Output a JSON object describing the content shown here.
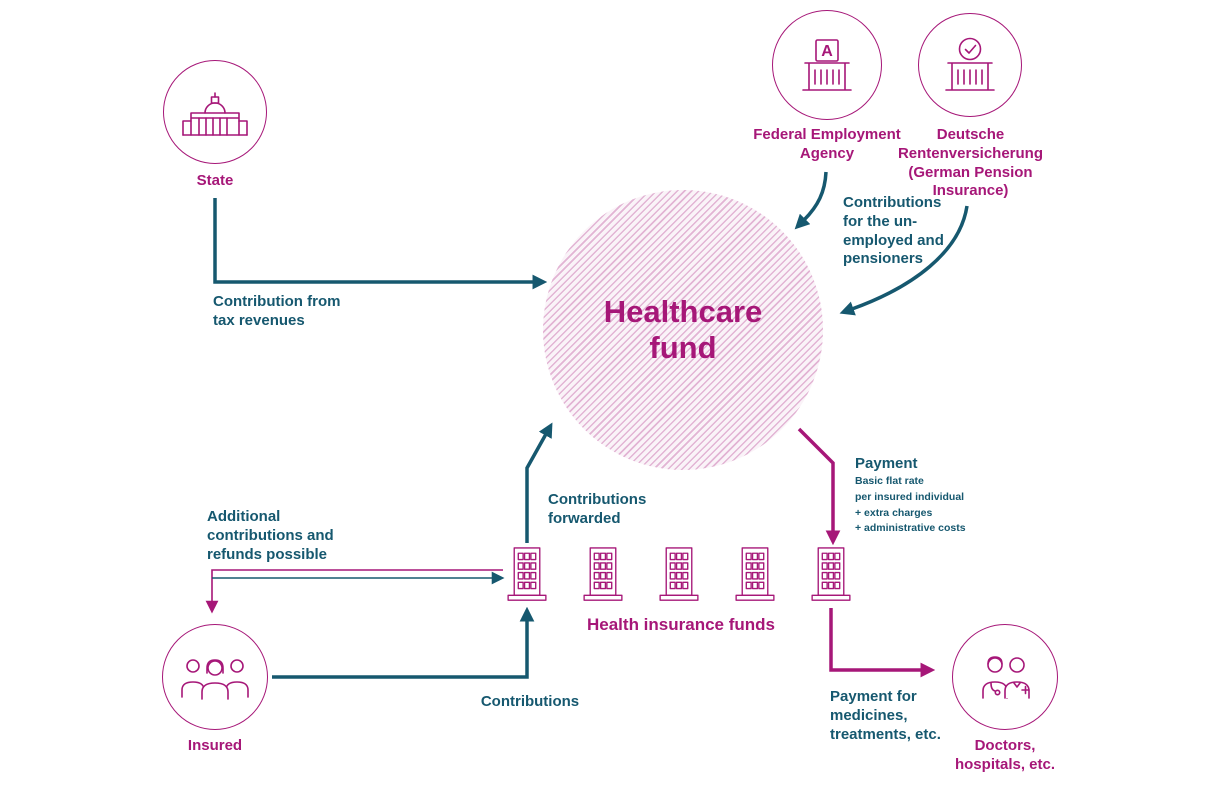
{
  "colors": {
    "magenta": "#a61778",
    "teal": "#16586f"
  },
  "nodes": {
    "state": {
      "label": "State"
    },
    "federal_employment_agency": {
      "label": "Federal Employment\nAgency"
    },
    "pension_insurance": {
      "label": "Deutsche\nRentenversicherung\n(German Pension\nInsurance)"
    },
    "healthcare_fund": {
      "label": "Healthcare\nfund"
    },
    "health_insurance_funds": {
      "label": "Health insurance funds"
    },
    "insured": {
      "label": "Insured"
    },
    "doctors": {
      "label": "Doctors,\nhospitals, etc."
    }
  },
  "flows": {
    "tax": {
      "label": "Contribution from\ntax revenues"
    },
    "unemployed_pensioners": {
      "label": "Contributions\nfor the un-\nemployed and\npensioners"
    },
    "payment": {
      "label": "Payment",
      "details": "Basic flat rate\nper insured individual\n+ extra charges\n+ administrative costs"
    },
    "contributions_forwarded": {
      "label": "Contributions\nforwarded"
    },
    "additional_contributions": {
      "label": "Additional\ncontributions and\nrefunds possible"
    },
    "contributions": {
      "label": "Contributions"
    },
    "payment_medicines": {
      "label": "Payment for\nmedicines,\ntreatments, etc."
    }
  }
}
